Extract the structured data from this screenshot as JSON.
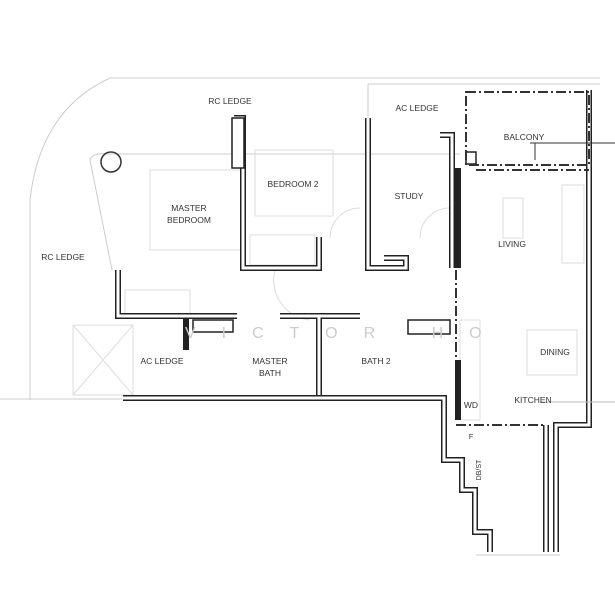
{
  "floor_plan": {
    "rooms": {
      "rc_ledge_top": "RC LEDGE",
      "rc_ledge_left": "RC LEDGE",
      "ac_ledge_top": "AC LEDGE",
      "ac_ledge_bottom": "AC LEDGE",
      "balcony": "BALCONY",
      "bedroom_2": "BEDROOM 2",
      "master_bedroom_line1": "MASTER",
      "master_bedroom_line2": "BEDROOM",
      "study": "STUDY",
      "living": "LIVING",
      "dining": "DINING",
      "master_bath_line1": "MASTER",
      "master_bath_line2": "BATH",
      "bath_2": "BATH 2",
      "kitchen": "KITCHEN",
      "wd": "WD",
      "f": "F",
      "dbst": "DB/ST"
    },
    "watermark": "VICTOR HO"
  }
}
